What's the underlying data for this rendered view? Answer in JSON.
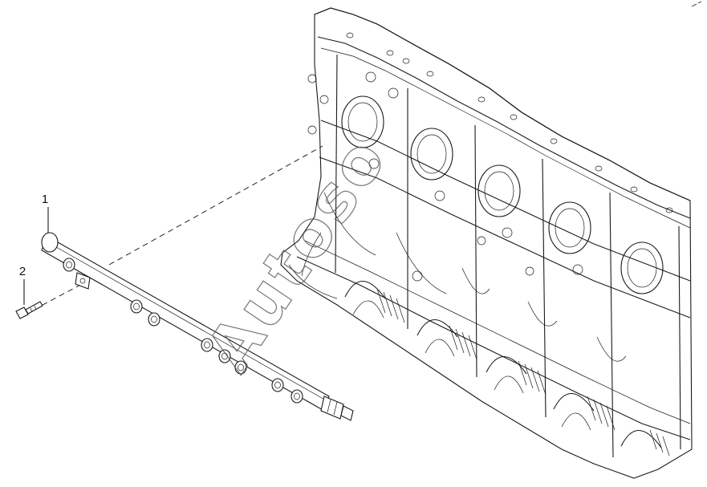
{
  "diagram": {
    "callouts": [
      {
        "number": "1",
        "part": "fuel-rail"
      },
      {
        "number": "2",
        "part": "bolt"
      }
    ],
    "watermark": "Autoso",
    "colors": {
      "line": "#1a1a1a",
      "background": "#ffffff"
    }
  }
}
